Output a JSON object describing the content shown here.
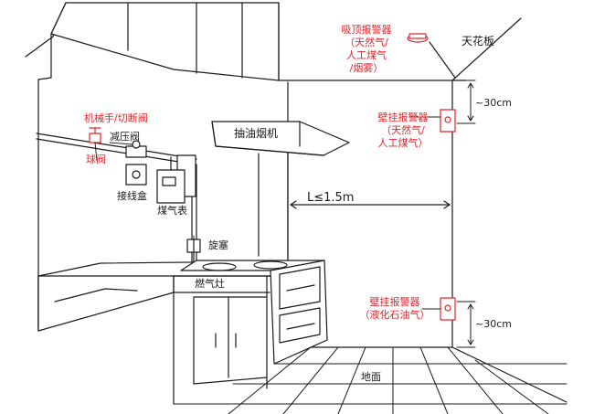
{
  "colors": {
    "line": "#1a1a1a",
    "accent": "#e8232a",
    "background": "#ffffff"
  },
  "labels": {
    "ceiling": "天花板",
    "ceiling_alarm": [
      "吸顶报警器",
      "（天然气/",
      "人工煤气",
      "/烟雾）"
    ],
    "wall_alarm_top": [
      "壁挂报警器",
      "（天然气/",
      "人工煤气）"
    ],
    "wall_alarm_bottom": [
      "壁挂报警器",
      "（液化石油气）"
    ],
    "hood": "抽油烟机",
    "valve_manual": "机械手/切断阀",
    "valve_ball": "球阀",
    "pressure_valve": "减压阀",
    "junction_box": "接线盒",
    "gas_meter": "煤气表",
    "plug": "旋塞",
    "stove": "燃气灶",
    "distance": "L≤1.5m",
    "dim_top": "~30cm",
    "dim_bottom": "~30cm",
    "floor": "地面"
  },
  "icons": [
    "smoke-detector-icon",
    "wall-alarm-icon",
    "valve-icon"
  ]
}
